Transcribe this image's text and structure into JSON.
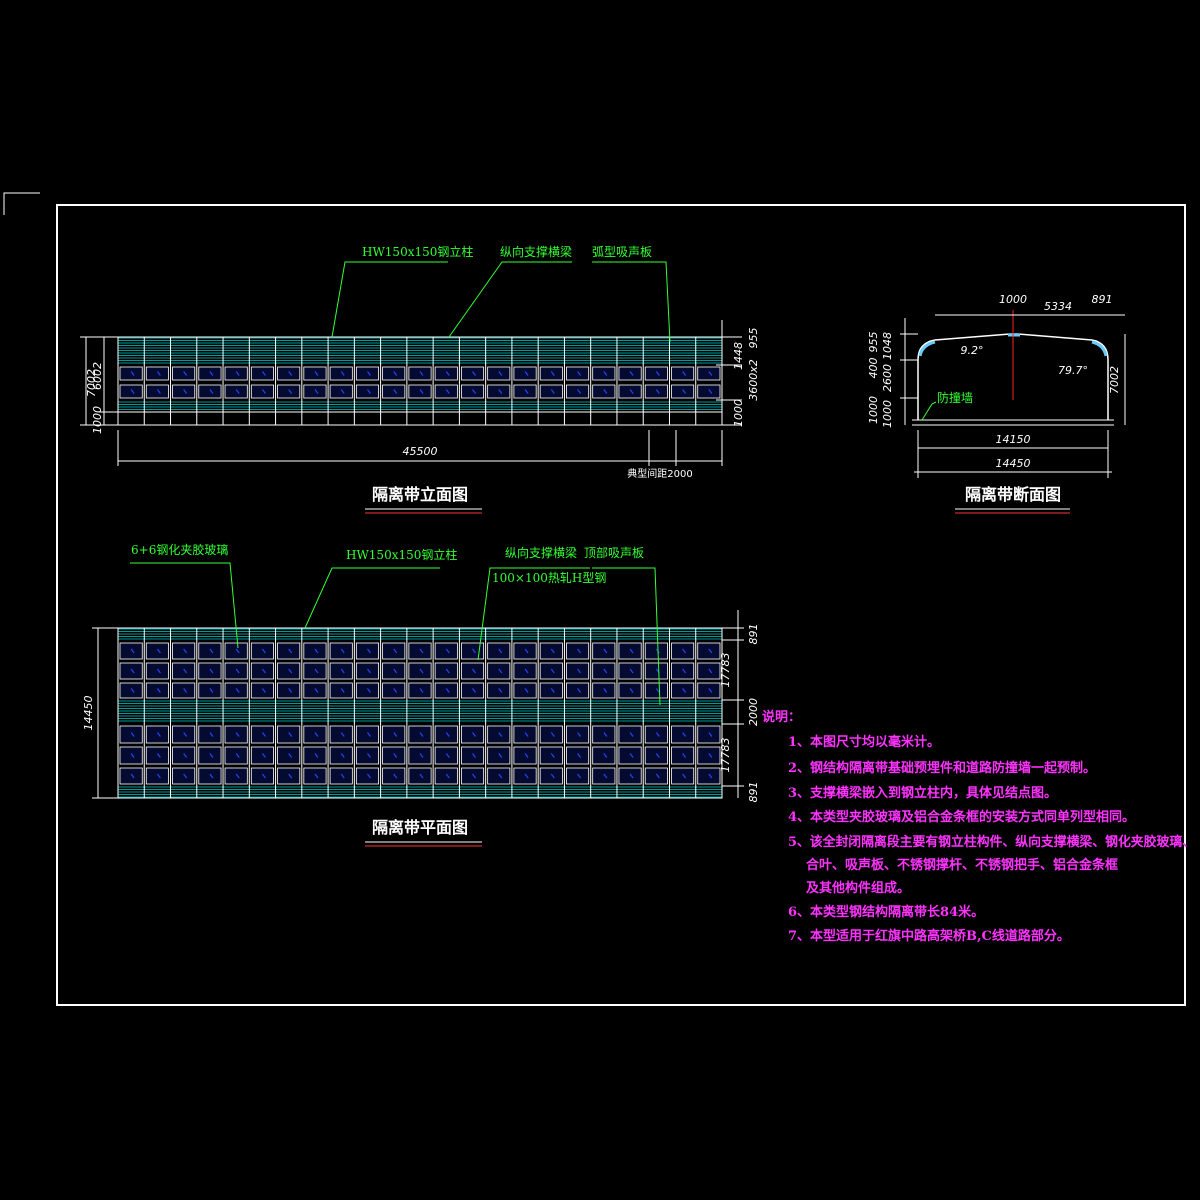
{
  "elevation": {
    "title": "隔离带立面图",
    "callouts": [
      "HW150x150钢立柱",
      "纵向支撑横梁",
      "弧型吸声板"
    ],
    "dims_left": [
      "7002",
      "6002",
      "1000"
    ],
    "dims_right": [
      "955",
      "1448",
      "3600x2",
      "1000"
    ],
    "dim_length": "45500",
    "dim_spacing": "典型间距2000"
  },
  "section": {
    "title": "隔离带断面图",
    "dims_top": [
      "1000",
      "5334",
      "891"
    ],
    "dims_left": [
      "955",
      "1048",
      "400",
      "2600",
      "1000",
      "1000"
    ],
    "dim_right": "7002",
    "angle_left": "9.2°",
    "angle_right": "79.7°",
    "wall_label": "防撞墙",
    "width_inner": "14150",
    "width_outer": "14450"
  },
  "plan": {
    "title": "隔离带平面图",
    "callouts": [
      "6+6钢化夹胶玻璃",
      "HW150x150钢立柱",
      "纵向支撑横梁",
      "顶部吸声板",
      "100×100热轧H型钢"
    ],
    "dim_left": "14450",
    "dims_right": [
      "891",
      "17783",
      "2000",
      "17783",
      "891"
    ]
  },
  "notes": {
    "heading": "说明：",
    "items": [
      "1、本图尺寸均以毫米计。",
      "2、钢结构隔离带基础预埋件和道路防撞墙一起预制。",
      "3、支撑横梁嵌入到钢立柱内，具体见结点图。",
      "4、本类型夹胶玻璃及铝合金条框的安装方式同单列型相同。",
      "5、该全封闭隔离段主要有钢立柱构件、纵向支撑横梁、钢化夹胶玻璃、",
      "合叶、吸声板、不锈钢撑杆、不锈钢把手、铝合金条框",
      "及其他构件组成。",
      "6、本类型钢结构隔离带长84米。",
      "7、本型适用于红旗中路高架桥B,C线道路部分。"
    ]
  },
  "colors": {
    "background": "#000000",
    "frame": "#ffffff",
    "callout": "#33ff33",
    "hatch": "#00cccc",
    "note": "#ff33ff",
    "axis": "#ff2222",
    "glass": "#2244ff"
  }
}
